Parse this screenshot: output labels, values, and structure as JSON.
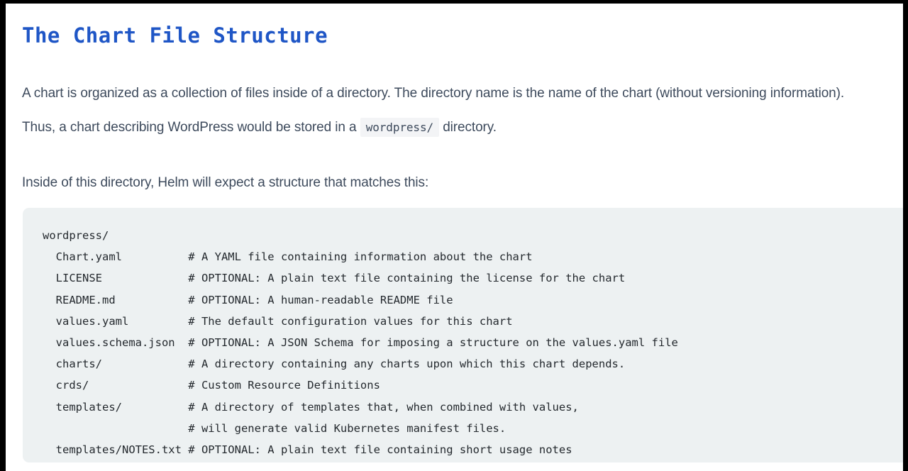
{
  "frame": {
    "border_color": "#000000",
    "page_background": "#ffffff"
  },
  "heading": {
    "text": "The Chart File Structure",
    "color": "#1f56c6"
  },
  "paragraphs": {
    "p1_before_code": "A chart is organized as a collection of files inside of a directory. The directory name is the name of the chart (without versioning information). Thus, a chart describing WordPress would be stored in a",
    "p1_inline_code": "wordpress/",
    "p1_after_code": "directory.",
    "p2": "Inside of this directory, Helm will expect a structure that matches this:"
  },
  "code_block": {
    "background": "#edf1f2",
    "text_color": "#24292e",
    "content": "wordpress/\n  Chart.yaml          # A YAML file containing information about the chart\n  LICENSE             # OPTIONAL: A plain text file containing the license for the chart\n  README.md           # OPTIONAL: A human-readable README file\n  values.yaml         # The default configuration values for this chart\n  values.schema.json  # OPTIONAL: A JSON Schema for imposing a structure on the values.yaml file\n  charts/             # A directory containing any charts upon which this chart depends.\n  crds/               # Custom Resource Definitions\n  templates/          # A directory of templates that, when combined with values,\n                      # will generate valid Kubernetes manifest files.\n  templates/NOTES.txt # OPTIONAL: A plain text file containing short usage notes",
    "lines": [
      {
        "path": "wordpress/",
        "comment": ""
      },
      {
        "path": "  Chart.yaml",
        "comment": "# A YAML file containing information about the chart"
      },
      {
        "path": "  LICENSE",
        "comment": "# OPTIONAL: A plain text file containing the license for the chart"
      },
      {
        "path": "  README.md",
        "comment": "# OPTIONAL: A human-readable README file"
      },
      {
        "path": "  values.yaml",
        "comment": "# The default configuration values for this chart"
      },
      {
        "path": "  values.schema.json",
        "comment": "# OPTIONAL: A JSON Schema for imposing a structure on the values.yaml file"
      },
      {
        "path": "  charts/",
        "comment": "# A directory containing any charts upon which this chart depends."
      },
      {
        "path": "  crds/",
        "comment": "# Custom Resource Definitions"
      },
      {
        "path": "  templates/",
        "comment": "# A directory of templates that, when combined with values,"
      },
      {
        "path": "",
        "comment": "# will generate valid Kubernetes manifest files."
      },
      {
        "path": "  templates/NOTES.txt",
        "comment": "# OPTIONAL: A plain text file containing short usage notes"
      }
    ]
  }
}
